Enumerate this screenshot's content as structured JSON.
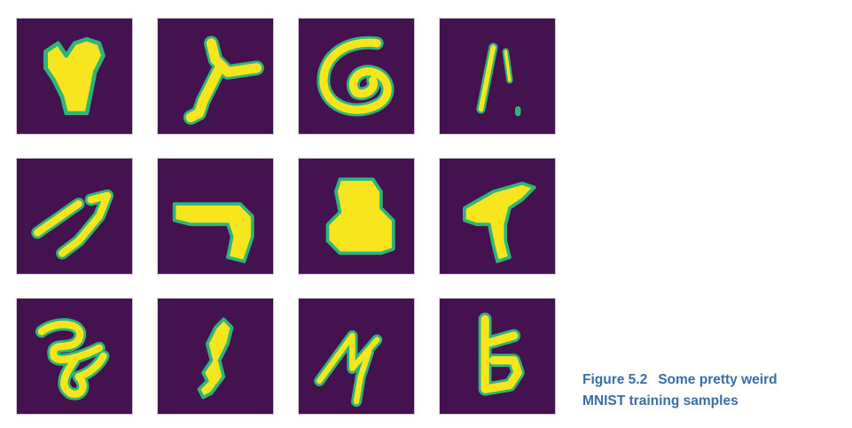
{
  "caption": {
    "label": "Figure 5.2",
    "text_line1": "Some pretty weird",
    "text_line2": "MNIST training samples"
  },
  "colors": {
    "background": "#44124f",
    "digit": "#f7e51d",
    "edge": "#2fb47c",
    "caption": "#3a6ea5"
  },
  "samples": [
    {
      "row": 1,
      "col": 1
    },
    {
      "row": 1,
      "col": 2
    },
    {
      "row": 1,
      "col": 3
    },
    {
      "row": 1,
      "col": 4
    },
    {
      "row": 2,
      "col": 1
    },
    {
      "row": 2,
      "col": 2
    },
    {
      "row": 2,
      "col": 3
    },
    {
      "row": 2,
      "col": 4
    },
    {
      "row": 3,
      "col": 1
    },
    {
      "row": 3,
      "col": 2
    },
    {
      "row": 3,
      "col": 3
    },
    {
      "row": 3,
      "col": 4
    }
  ]
}
